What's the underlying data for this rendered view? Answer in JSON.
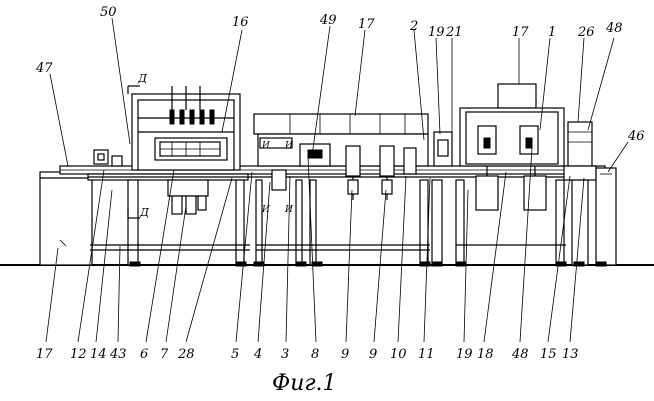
{
  "drawing": {
    "caption": "Фиг.1",
    "section_marks": [
      "Д",
      "Д",
      "И",
      "И",
      "И",
      "И"
    ],
    "top_labels": [
      "50",
      "16",
      "47",
      "49",
      "17",
      "2",
      "19",
      "21",
      "17",
      "1",
      "26",
      "48",
      "46"
    ],
    "bottom_labels": [
      "17",
      "12",
      "14",
      "43",
      "6",
      "7",
      "28",
      "5",
      "4",
      "3",
      "8",
      "9",
      "9",
      "10",
      "11",
      "19",
      "18",
      "48",
      "15",
      "13"
    ]
  }
}
